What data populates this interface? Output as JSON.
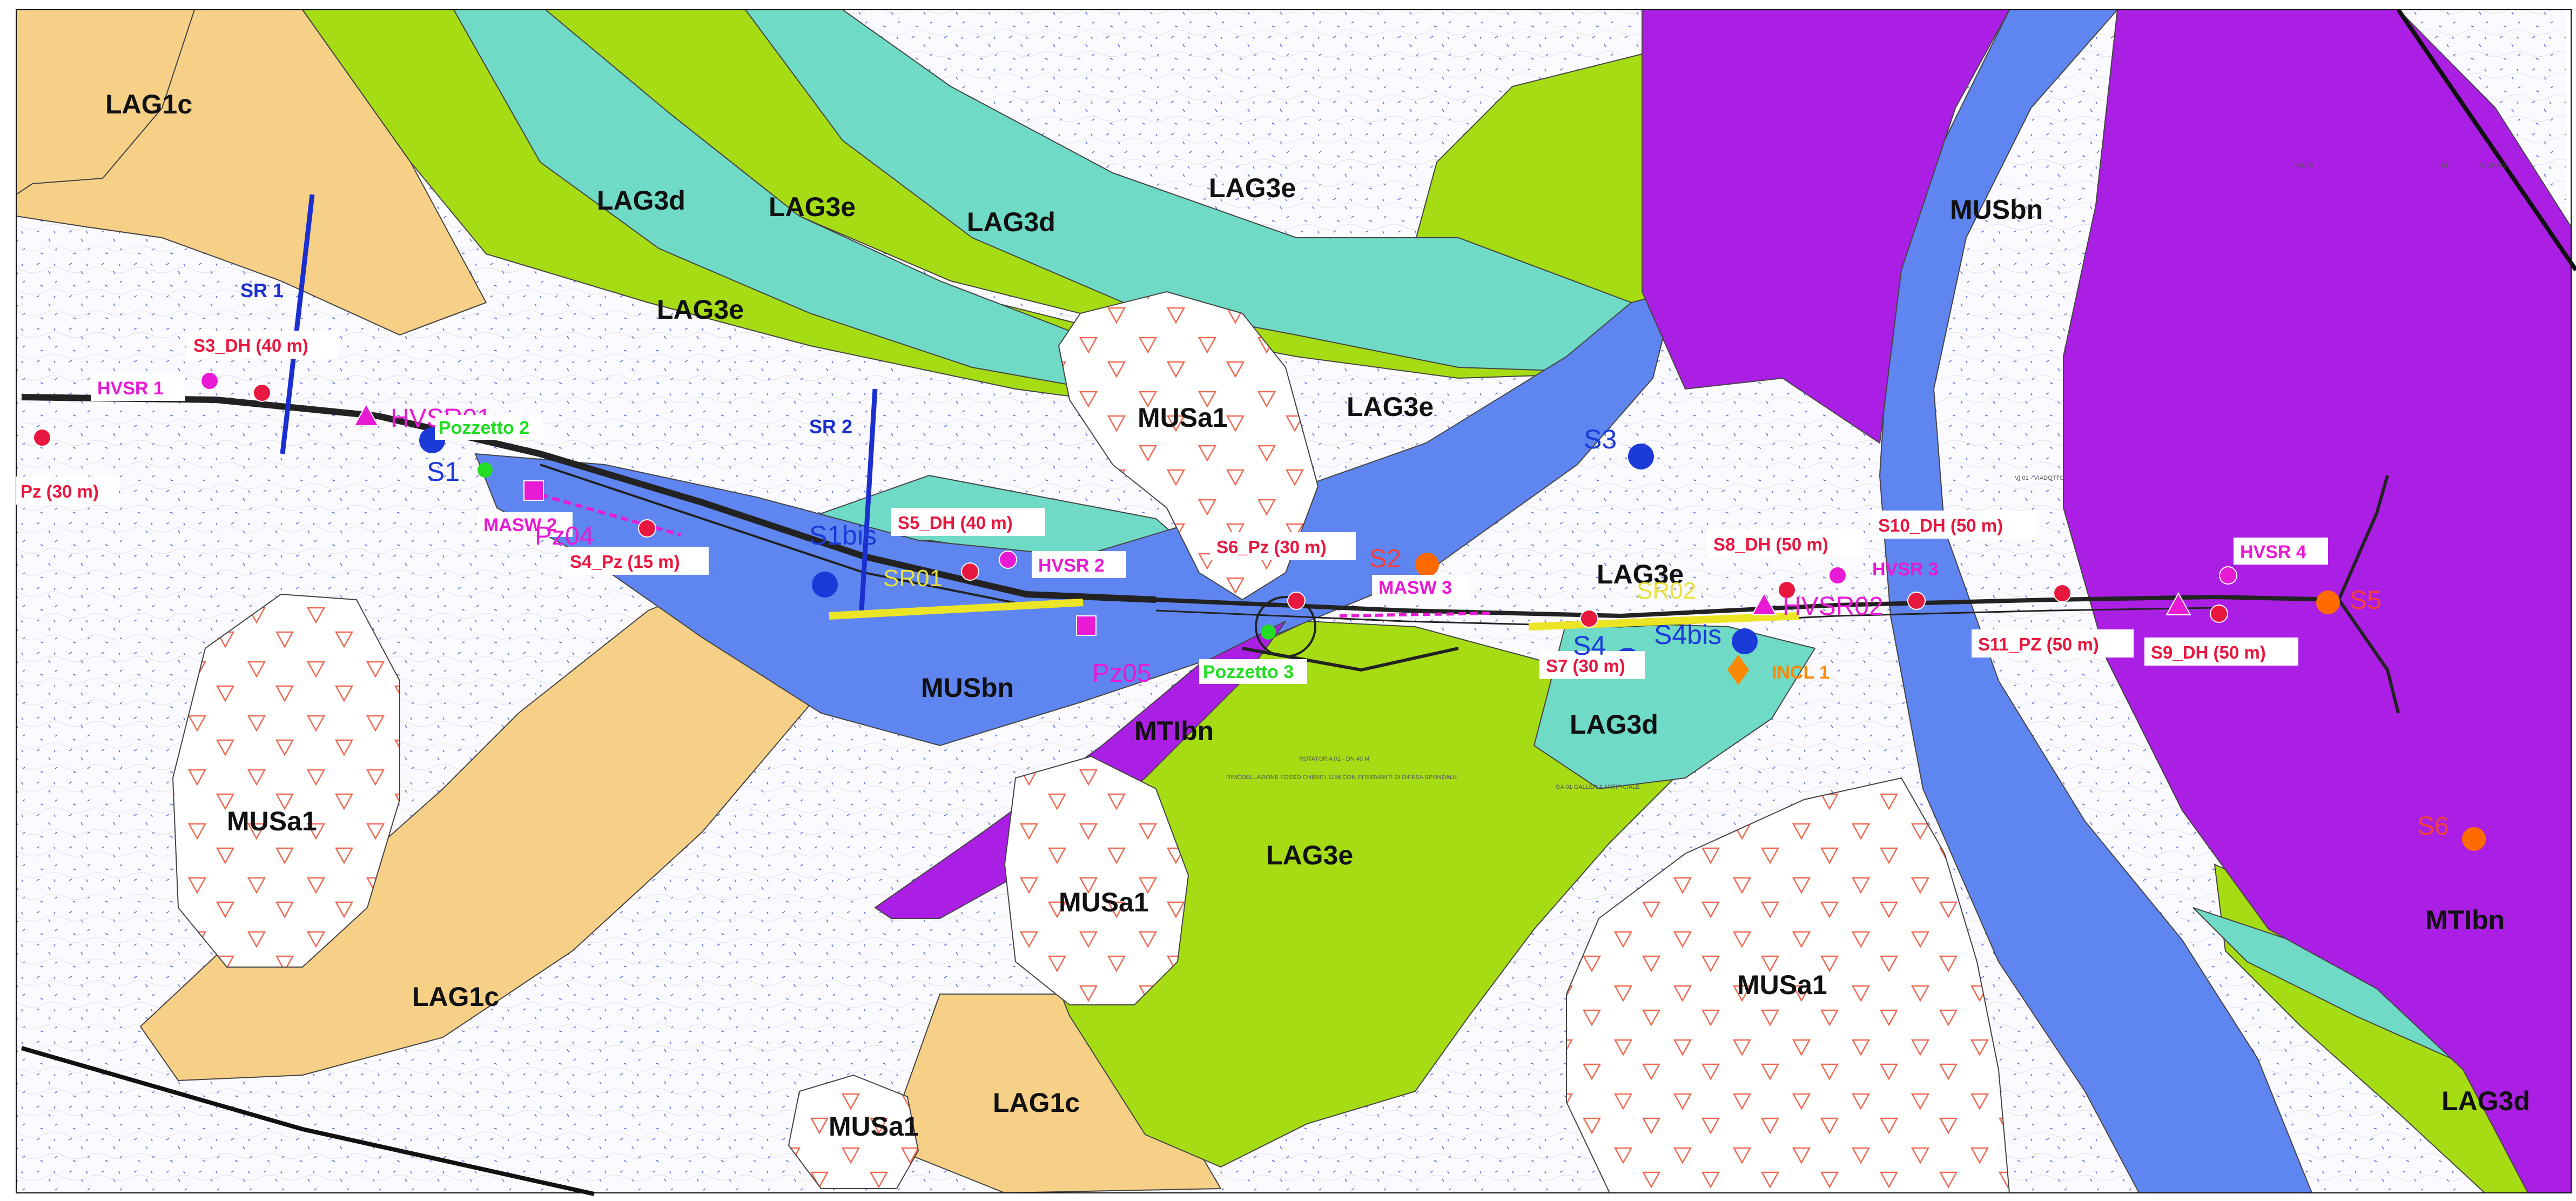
{
  "colors": {
    "LAG1c": "#f7d088",
    "LAG3d": "#a6dc14",
    "LAG3e": "#6fdac6",
    "MUSbn": "#5f85f0",
    "MTIbn": "#ab1ee4",
    "MUSa1": "#ffffff",
    "borehole": "#e8173f",
    "hvsr": "#e81ad4",
    "sr_line": "#1b2fd0",
    "yellow_line": "#ece526",
    "road": "#333333"
  },
  "units": {
    "lag1c_1": "LAG1c",
    "lag1c_2": "LAG1c",
    "lag1c_3": "LAG1c",
    "lag3d_1": "LAG3d",
    "lag3d_2": "LAG3d",
    "lag3d_3": "LAG3d",
    "lag3d_4": "LAG3d",
    "lag3e_1": "LAG3e",
    "lag3e_2": "LAG3e",
    "lag3e_3": "LAG3e",
    "lag3e_4": "LAG3e",
    "lag3e_5": "LAG3e",
    "lag3e_6": "LAG3e",
    "musa1_1": "MUSa1",
    "musa1_2": "MUSa1",
    "musa1_3": "MUSa1",
    "musa1_4": "MUSa1",
    "musa1_5": "MUSa1",
    "musbn_1": "MUSbn",
    "musbn_2": "MUSbn",
    "mtibn_1": "MTIbn",
    "mtibn_2": "MTIbn"
  },
  "boreholes": {
    "s3_dh": "S3_DH (40 m)",
    "pz": "Pz (30 m)",
    "s4_pz": "S4_Pz (15 m)",
    "s5_dh": "S5_DH (40 m)",
    "s6_pz": "S6_Pz (30 m)",
    "s7": "S7 (30 m)",
    "s8_dh": "S8_DH (50 m)",
    "s10_dh": "S10_DH (50 m)",
    "s11_pz": "S11_PZ (50 m)",
    "s9_dh": "S9_DH (50 m)"
  },
  "hvsr": {
    "hvsr1": "HVSR 1",
    "hvsr01": "HVSR01",
    "hvsr2": "HVSR 2",
    "hvsr3": "HVSR 3",
    "hvsr02": "HVSR02",
    "hvsr4": "HVSR 4",
    "masw2": "MASW 2",
    "masw3": "MASW 3",
    "pz04": "Pz04",
    "pz05": "Pz05"
  },
  "other": {
    "pozzetto2": "Pozzetto 2",
    "pozzetto3": "Pozzetto 3",
    "incl1": "INCL 1",
    "s1": "S1",
    "s1bis": "S1bis",
    "s3": "S3",
    "s4": "S4",
    "s4bis": "S4bis",
    "s2": "S2",
    "s5": "S5",
    "s6": "S6",
    "sr1": "SR 1",
    "sr2": "SR 2",
    "sr01": "SR01",
    "sr02": "SR02"
  },
  "annotations": {
    "rotatoria": "ROTATORIA 01 - DN 40 M",
    "rimodellazione": "RIMODELLAZIONE FOSSO CHIENTI 1156 CON INTERVENTI DI DIFESA SPONDALE",
    "galleria": "GA 01 GALLERIA ARTIFICIALE",
    "viadotto": "VI 01 - VIADOTTO",
    "ponte": "PONTE",
    "di": "DI",
    "tolfano": "TOLFANO"
  }
}
